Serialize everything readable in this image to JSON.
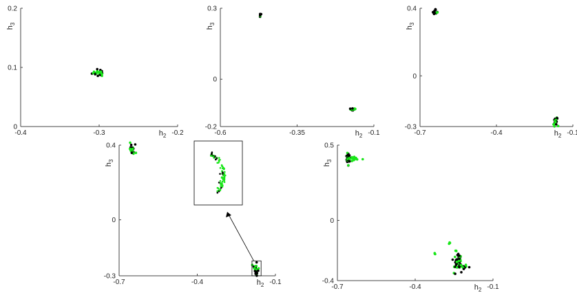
{
  "chart_data": [
    {
      "type": "scatter",
      "xlabel": "h",
      "xlabel_sub": "2",
      "ylabel": "h",
      "ylabel_sub": "3",
      "xlim": [
        -0.4,
        -0.2
      ],
      "ylim": [
        0,
        0.2
      ],
      "xticks": [
        "-0.4",
        "-0.3",
        "-0.2"
      ],
      "xtick_values": [
        -0.4,
        -0.3,
        -0.2
      ],
      "yticks": [
        "0",
        "0.1",
        "0.2"
      ],
      "ytick_values": [
        0,
        0.1,
        0.2
      ],
      "clusters": [
        {
          "x": -0.301,
          "y": 0.091,
          "sx": 0.004,
          "sy": 0.003,
          "n": 30,
          "black": 0.3
        }
      ]
    },
    {
      "type": "scatter",
      "xlabel": "h",
      "xlabel_sub": "2",
      "ylabel": "h",
      "ylabel_sub": "3",
      "xlim": [
        -0.6,
        -0.1
      ],
      "ylim": [
        -0.2,
        0.3
      ],
      "xticks": [
        "-0.6",
        "-0.35",
        "-0.1"
      ],
      "xtick_values": [
        -0.6,
        -0.35,
        -0.1
      ],
      "yticks": [
        "-0.2",
        "0",
        "0.3"
      ],
      "ytick_values": [
        -0.2,
        0,
        0.3
      ],
      "clusters": [
        {
          "x": -0.47,
          "y": 0.271,
          "sx": 0.002,
          "sy": 0.003,
          "n": 8,
          "black": 0.8
        },
        {
          "x": -0.17,
          "y": -0.127,
          "sx": 0.005,
          "sy": 0.002,
          "n": 16,
          "black": 0.4
        }
      ]
    },
    {
      "type": "scatter",
      "xlabel": "h",
      "xlabel_sub": "2",
      "ylabel": "h",
      "ylabel_sub": "3",
      "xlim": [
        -0.7,
        -0.1
      ],
      "ylim": [
        -0.3,
        0.4
      ],
      "xticks": [
        "-0.7",
        "-0.4",
        "-0.1"
      ],
      "xtick_values": [
        -0.7,
        -0.4,
        -0.1
      ],
      "yticks": [
        "-0.3",
        "0",
        "0.4"
      ],
      "ytick_values": [
        -0.3,
        0,
        0.4
      ],
      "clusters": [
        {
          "x": -0.642,
          "y": 0.375,
          "sx": 0.004,
          "sy": 0.01,
          "n": 18,
          "black": 0.5
        },
        {
          "x": -0.168,
          "y": -0.27,
          "sx": 0.005,
          "sy": 0.012,
          "n": 22,
          "black": 0.4
        }
      ]
    },
    {
      "type": "scatter",
      "xlabel": "h",
      "xlabel_sub": "2",
      "ylabel": "h",
      "ylabel_sub": "3",
      "xlim": [
        -0.7,
        -0.1
      ],
      "ylim": [
        -0.3,
        0.4
      ],
      "xticks": [
        "-0.7",
        "-0.4",
        "-0.1"
      ],
      "xtick_values": [
        -0.7,
        -0.4,
        -0.1
      ],
      "yticks": [
        "-0.3",
        "0",
        "0.4"
      ],
      "ytick_values": [
        -0.3,
        0,
        0.4
      ],
      "clusters": [
        {
          "x": -0.65,
          "y": 0.375,
          "sx": 0.005,
          "sy": 0.015,
          "n": 26,
          "black": 0.5
        },
        {
          "x": -0.175,
          "y": -0.265,
          "sx": 0.004,
          "sy": 0.02,
          "n": 30,
          "black": 0.4
        }
      ],
      "inset": {
        "zoom_box": {
          "x": [
            -0.19,
            -0.155
          ],
          "y": [
            -0.3,
            -0.22
          ]
        }
      }
    },
    {
      "type": "scatter",
      "xlabel": "h",
      "xlabel_sub": "2",
      "ylabel": "h",
      "ylabel_sub": "3",
      "xlim": [
        -0.7,
        -0.1
      ],
      "ylim": [
        -0.4,
        0.5
      ],
      "xticks": [
        "-0.7",
        "-0.4",
        "-0.1"
      ],
      "xtick_values": [
        -0.7,
        -0.4,
        -0.1
      ],
      "yticks": [
        "-0.4",
        "0",
        "0.5"
      ],
      "ytick_values": [
        -0.4,
        0,
        0.5
      ],
      "clusters": [
        {
          "x": -0.66,
          "y": 0.4,
          "sx": 0.004,
          "sy": 0.025,
          "n": 30,
          "black": 0.55
        },
        {
          "x": -0.635,
          "y": 0.41,
          "sx": 0.01,
          "sy": 0.01,
          "n": 12,
          "black": 0.2
        },
        {
          "x": -0.24,
          "y": -0.265,
          "sx": 0.01,
          "sy": 0.03,
          "n": 40,
          "black": 0.45
        },
        {
          "x": -0.22,
          "y": -0.305,
          "sx": 0.012,
          "sy": 0.008,
          "n": 25,
          "black": 0.5
        },
        {
          "x": -0.268,
          "y": -0.152,
          "sx": 0.002,
          "sy": 0.003,
          "n": 3,
          "black": 0
        },
        {
          "x": -0.325,
          "y": -0.22,
          "sx": 0.002,
          "sy": 0.003,
          "n": 3,
          "black": 0
        }
      ]
    }
  ],
  "colors": {
    "point": "#19e619",
    "point_dark": "#000000",
    "axis": "#444444"
  }
}
